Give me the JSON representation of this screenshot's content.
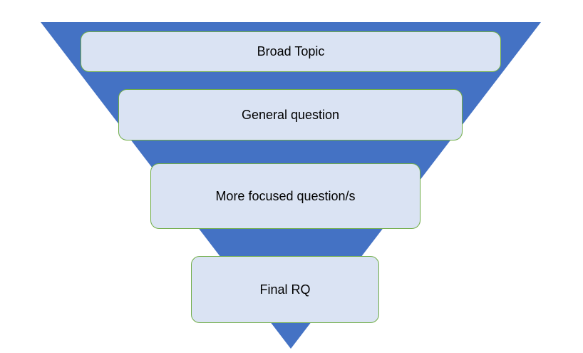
{
  "colors": {
    "funnel_fill": "#4472c4",
    "box_fill": "#dae3f3",
    "box_border": "#70ad47",
    "text": "#000000"
  },
  "funnel": {
    "levels": [
      {
        "label": "Broad Topic"
      },
      {
        "label": "General question"
      },
      {
        "label": "More focused question/s"
      },
      {
        "label": "Final RQ"
      }
    ]
  }
}
